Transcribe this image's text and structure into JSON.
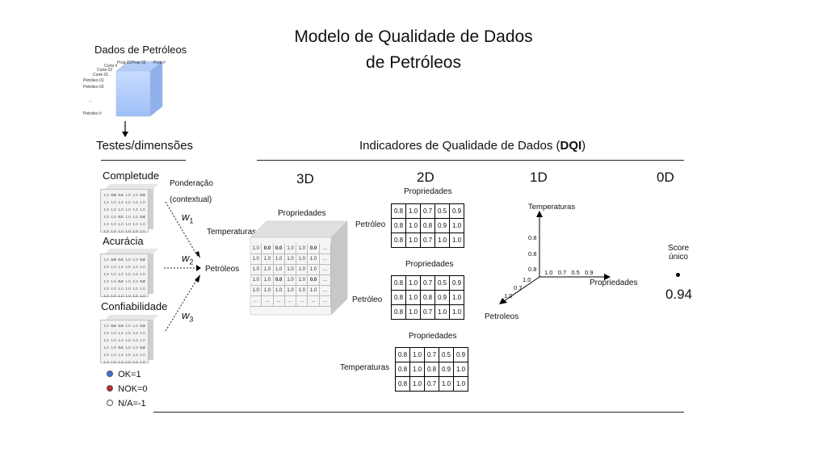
{
  "title": {
    "line1": "Modelo de Qualidade de Dados",
    "line2": "de Petróleos"
  },
  "data_cube": {
    "label": "Dados de Petróleos",
    "cols": [
      "Prop 01",
      "Prop 02",
      "Prop #"
    ],
    "cortes": [
      "Corte #",
      "Corte 02",
      "Corte 01"
    ],
    "rows": [
      "Petróleo 01",
      "Petróleo 02",
      "...",
      "Petróleo #"
    ]
  },
  "tests": {
    "heading": "Testes/dimensões",
    "dims": [
      "Completude",
      "Acurácia",
      "Confiabilidade"
    ],
    "weighting": [
      "Ponderação",
      "(contextual)"
    ],
    "weights": [
      {
        "base": "w",
        "sub": "1"
      },
      {
        "base": "w",
        "sub": "2"
      },
      {
        "base": "w",
        "sub": "3"
      }
    ],
    "mini_rows": [
      [
        "1.0",
        "0.8",
        "0.0",
        "1.0",
        "1.0",
        "0.8"
      ],
      [
        "1.0",
        "1.0",
        "1.0",
        "1.0",
        "1.0",
        "1.0"
      ],
      [
        "1.0",
        "1.0",
        "1.0",
        "1.0",
        "1.0",
        "1.0"
      ],
      [
        "1.0",
        "1.0",
        "0.0",
        "1.0",
        "1.0",
        "0.8"
      ],
      [
        "1.0",
        "1.0",
        "1.0",
        "1.0",
        "1.0",
        "1.0"
      ],
      [
        "1.0",
        "1.0",
        "1.0",
        "1.0",
        "1.0",
        "1.0"
      ]
    ]
  },
  "legend": [
    {
      "label": "OK=1",
      "color": "#3a6fd8"
    },
    {
      "label": "NOK=0",
      "color": "#c0282d"
    },
    {
      "label": "N/A=-1",
      "color": "#ffffff"
    }
  ],
  "dqi": {
    "heading_prefix": "Indicadores de Qualidade de Dados (",
    "heading_bold": "DQI",
    "heading_suffix": ")",
    "levels": [
      "3D",
      "2D",
      "1D",
      "0D"
    ]
  },
  "cube3d": {
    "propriedades": "Propriedades",
    "temperaturas": "Temperaturas",
    "petroleos": "Petróleos",
    "rows": [
      [
        "1.0",
        "0.0",
        "0.0",
        "1.0",
        "1.0",
        "0.0",
        "..."
      ],
      [
        "1.0",
        "1.0",
        "1.0",
        "1.0",
        "1.0",
        "1.0",
        "..."
      ],
      [
        "1.0",
        "1.0",
        "1.0",
        "1.0",
        "1.0",
        "1.0",
        "..."
      ],
      [
        "1.0",
        "1.0",
        "0.0",
        "1.0",
        "1.0",
        "0.0",
        "..."
      ],
      [
        "1.0",
        "1.0",
        "1.0",
        "1.0",
        "1.0",
        "1.0",
        "..."
      ],
      [
        "...",
        "...",
        "...",
        "...",
        "...",
        "...",
        "..."
      ]
    ]
  },
  "mat2d": [
    {
      "col_label": "Propriedades",
      "row_label": "Petróleo",
      "rows": [
        [
          "0.8",
          "1.0",
          "0.7",
          "0.5",
          "0.9"
        ],
        [
          "0.8",
          "1.0",
          "0.8",
          "0.9",
          "1.0"
        ],
        [
          "0.8",
          "1.0",
          "0.7",
          "1.0",
          "1.0"
        ]
      ]
    },
    {
      "col_label": "Propriedades",
      "row_label": "Petróleo",
      "rows": [
        [
          "0.8",
          "1.0",
          "0.7",
          "0.5",
          "0.9"
        ],
        [
          "0.8",
          "1.0",
          "0.8",
          "0.9",
          "1.0"
        ],
        [
          "0.8",
          "1.0",
          "0.7",
          "1.0",
          "1.0"
        ]
      ]
    },
    {
      "col_label": "Propriedades",
      "row_label": "Temperaturas",
      "rows": [
        [
          "0.8",
          "1.0",
          "0.7",
          "0.5",
          "0.9"
        ],
        [
          "0.8",
          "1.0",
          "0.8",
          "0.9",
          "1.0"
        ],
        [
          "0.8",
          "1.0",
          "0.7",
          "1.0",
          "1.0"
        ]
      ]
    }
  ],
  "axes1d": {
    "temperaturas": "Temperaturas",
    "propriedades": "Propriedades",
    "petroleos": "Petroleos",
    "vert_ticks": [
      "0.8",
      "0.8",
      "0.8"
    ],
    "horiz_ticks": [
      "1.0",
      "0.7",
      "0.5",
      "0.9"
    ],
    "diag_ticks": [
      "1.0",
      "0.7",
      "1.0"
    ]
  },
  "score": {
    "label1": "Score",
    "label2": "único",
    "value": "0.94"
  }
}
